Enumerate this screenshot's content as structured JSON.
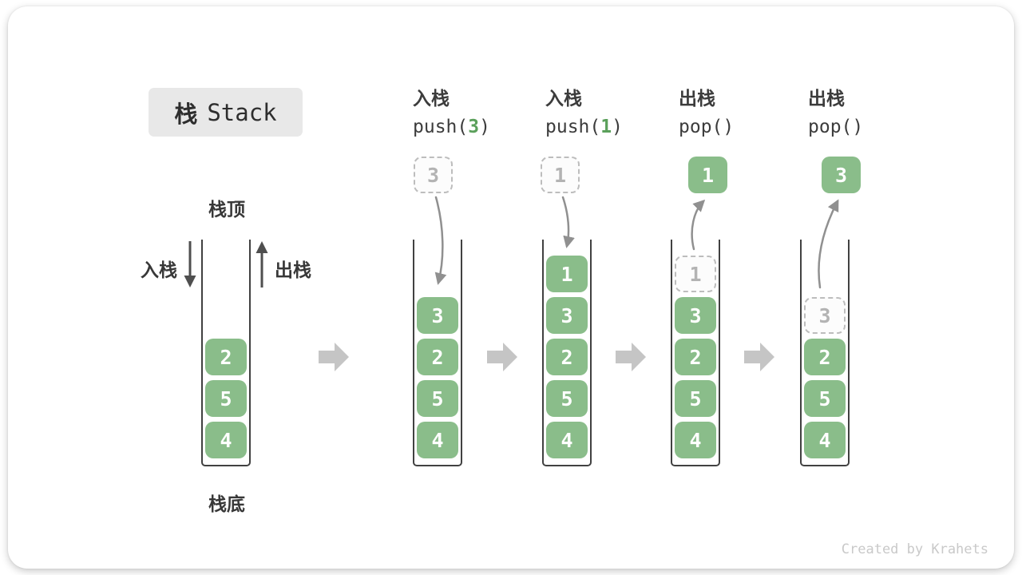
{
  "badge": {
    "zh": "栈",
    "en": "Stack"
  },
  "legend": {
    "stack_top": "栈顶",
    "stack_bottom": "栈底",
    "push": "入栈",
    "pop": "出栈"
  },
  "ops": [
    {
      "title": "入栈",
      "code_pre": "push(",
      "code_arg": "3",
      "code_post": ")"
    },
    {
      "title": "入栈",
      "code_pre": "push(",
      "code_arg": "1",
      "code_post": ")"
    },
    {
      "title": "出栈",
      "code_pre": "pop(",
      "code_arg": "",
      "code_post": ")"
    },
    {
      "title": "出栈",
      "code_pre": "pop(",
      "code_arg": "",
      "code_post": ")"
    }
  ],
  "columns": [
    {
      "name": "initial",
      "cells": [
        "2",
        "5",
        "4"
      ]
    },
    {
      "name": "after-push-3",
      "floating": "3",
      "floating_style": "dashed",
      "cells": [
        "3",
        "2",
        "5",
        "4"
      ]
    },
    {
      "name": "after-push-1",
      "floating": "1",
      "floating_style": "dashed",
      "cells": [
        "1",
        "3",
        "2",
        "5",
        "4"
      ]
    },
    {
      "name": "after-pop-1",
      "floating": "1",
      "floating_style": "solid",
      "ghost": "1",
      "cells": [
        "3",
        "2",
        "5",
        "4"
      ]
    },
    {
      "name": "after-pop-3",
      "floating": "3",
      "floating_style": "solid",
      "ghost": "3",
      "cells": [
        "2",
        "5",
        "4"
      ]
    }
  ],
  "watermark": "Created by Krahets",
  "colors": {
    "cell_green": "#8ABD8A",
    "code_arg_green": "#5BA05B",
    "badge_bg": "#E8E8E8",
    "ink": "#3C3C3C",
    "ghost_gray": "#B3B3B3",
    "flow_arrow_gray": "#C5C5C5",
    "curve_arrow_gray": "#909090",
    "side_arrow_dark": "#4F4F4F",
    "watermark_gray": "#C9C9C9"
  }
}
